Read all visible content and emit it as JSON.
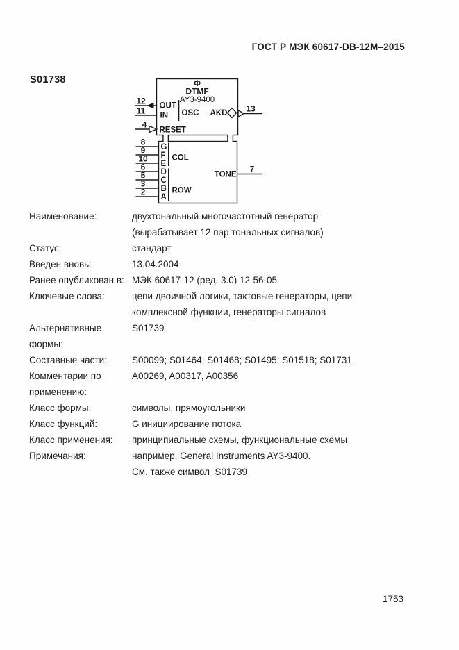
{
  "page": {
    "header": "ГОСТ Р МЭК 60617-DB-12M–2015",
    "symbol_id": "S01738",
    "page_number": "1753"
  },
  "diagram": {
    "phi": "Φ",
    "title": "DTMF",
    "subtitle": "AY3-9400",
    "labels": {
      "out": "OUT",
      "in": "IN",
      "osc": "OSC",
      "reset": "RESET",
      "akd": "AKD",
      "tone": "TONE",
      "col": "COL",
      "row": "ROW"
    },
    "pins": {
      "out": "12",
      "in": "11",
      "reset": "4",
      "akd": "13",
      "tone": "7",
      "keypad": [
        "8",
        "9",
        "10",
        "6",
        "5",
        "3",
        "2"
      ]
    },
    "letters": [
      "G",
      "F",
      "E",
      "D",
      "C",
      "B",
      "A"
    ]
  },
  "table": {
    "rows": [
      {
        "label": [
          "Наименование:"
        ],
        "value": [
          "двухтональный многочастотный генератор",
          "(вырабатывает 12 пар тональных сигналов)"
        ]
      },
      {
        "label": [
          "Статус:"
        ],
        "value": [
          "стандарт"
        ]
      },
      {
        "label": [
          "Введен вновь:"
        ],
        "value": [
          "13.04.2004"
        ]
      },
      {
        "label": [
          "Ранее опубликован в:"
        ],
        "value": [
          "МЭК 60617-12 (ред. 3.0) 12-56-05"
        ]
      },
      {
        "label": [
          "Ключевые слова:"
        ],
        "value": [
          "цепи двоичной логики, тактовые генераторы, цепи",
          "комплексной функции, генераторы сигналов"
        ]
      },
      {
        "label": [
          "Альтернативные",
          "формы:"
        ],
        "value": [
          "S01739"
        ]
      },
      {
        "label": [
          "Составные части:"
        ],
        "value": [
          "S00099; S01464; S01468; S01495; S01518; S01731"
        ]
      },
      {
        "label": [
          "Комментарии по",
          "применению:"
        ],
        "value": [
          "A00269, A00317, A00356"
        ]
      },
      {
        "label": [
          "Класс формы:"
        ],
        "value": [
          "символы, прямоугольники"
        ]
      },
      {
        "label": [
          "Класс функций:"
        ],
        "value": [
          "G инициирование потока"
        ]
      },
      {
        "label": [
          "Класс применения:"
        ],
        "value": [
          "принципиальные схемы, функциональные схемы"
        ]
      },
      {
        "label": [
          "Примечания:"
        ],
        "value": [
          "например, General Instruments AY3-9400.",
          "См. также символ  S01739"
        ]
      }
    ]
  }
}
